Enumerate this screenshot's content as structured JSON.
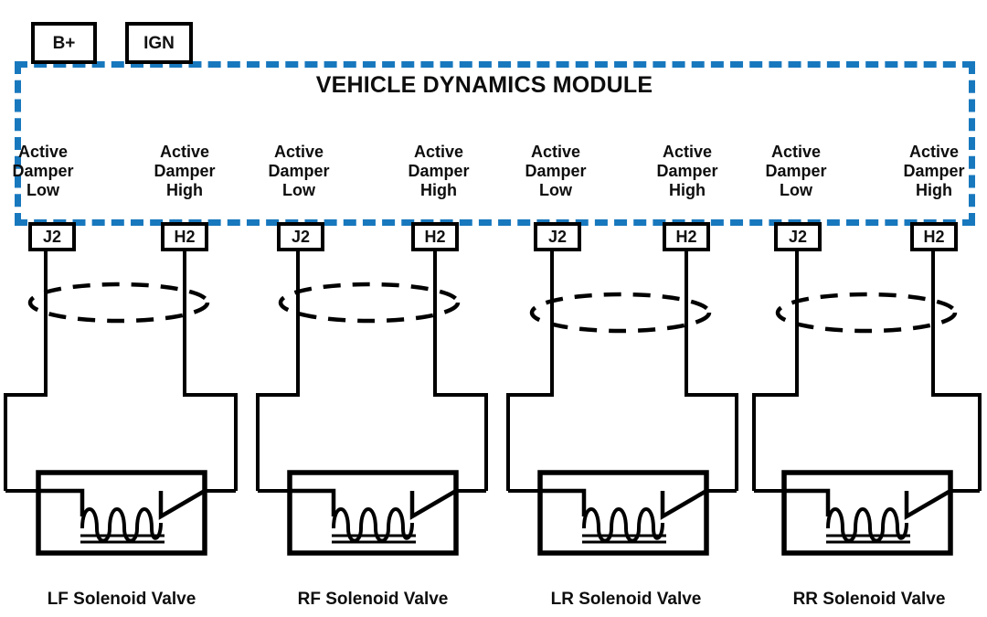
{
  "diagram": {
    "title": "VEHICLE DYNAMICS MODULE",
    "accent_color": "#1878BE",
    "line_color": "#000000",
    "background": "#ffffff"
  },
  "power_terminals": [
    {
      "label": "B+",
      "name": "battery-positive-terminal"
    },
    {
      "label": "IGN",
      "name": "ignition-terminal"
    }
  ],
  "pins": [
    {
      "line1": "Active",
      "line2": "Damper",
      "line3": "Low",
      "connector": "J2"
    },
    {
      "line1": "Active",
      "line2": "Damper",
      "line3": "High",
      "connector": "H2"
    },
    {
      "line1": "Active",
      "line2": "Damper",
      "line3": "Low",
      "connector": "J2"
    },
    {
      "line1": "Active",
      "line2": "Damper",
      "line3": "High",
      "connector": "H2"
    },
    {
      "line1": "Active",
      "line2": "Damper",
      "line3": "Low",
      "connector": "J2"
    },
    {
      "line1": "Active",
      "line2": "Damper",
      "line3": "High",
      "connector": "H2"
    },
    {
      "line1": "Active",
      "line2": "Damper",
      "line3": "Low",
      "connector": "J2"
    },
    {
      "line1": "Active",
      "line2": "Damper",
      "line3": "High",
      "connector": "H2"
    }
  ],
  "valves": [
    {
      "caption": "LF Solenoid Valve",
      "position": "left-front"
    },
    {
      "caption": "RF Solenoid Valve",
      "position": "right-front"
    },
    {
      "caption": "LR Solenoid Valve",
      "position": "left-rear"
    },
    {
      "caption": "RR Solenoid Valve",
      "position": "right-rear"
    }
  ],
  "symbols": {
    "twisted_pair": "twisted-pair-ellipse",
    "coil": "solenoid-coil",
    "core": "solenoid-core-lines"
  }
}
